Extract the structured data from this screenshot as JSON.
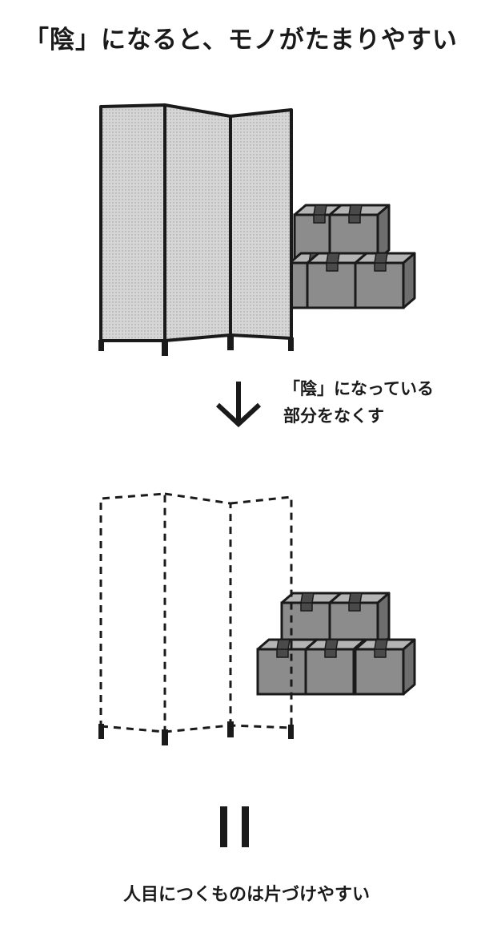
{
  "title": "「陰」になると、モノがたまりやすい",
  "caption": {
    "line1": "「陰」になっている",
    "line2": "部分をなくす"
  },
  "conclusion": "人目につくものは片づけやすい",
  "colors": {
    "ink": "#1a1a1a",
    "screen_fill": "#d4d4d4",
    "box_front": "#8c8c8c",
    "box_top": "#b4b4b4",
    "box_side": "#6e6e6e"
  },
  "icons": {
    "arrow": "down-arrow-icon",
    "equals": "vertical-equals-icon"
  }
}
